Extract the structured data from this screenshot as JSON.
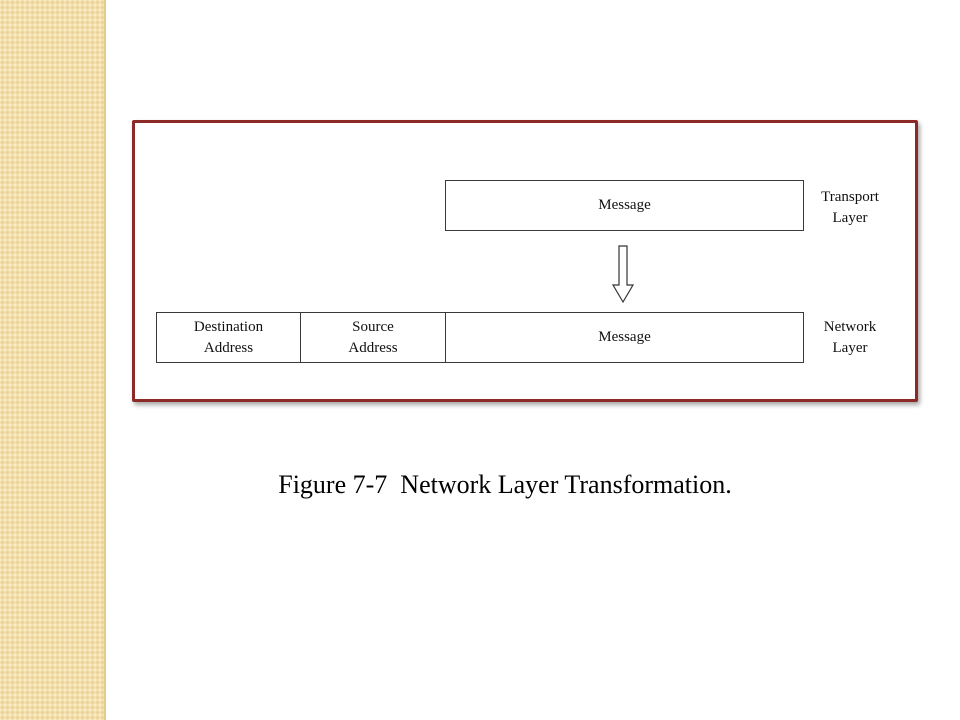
{
  "transport_layer": {
    "message_label": "Message",
    "layer_label": "Transport\nLayer"
  },
  "network_layer": {
    "destination_label": "Destination\nAddress",
    "source_label": "Source\nAddress",
    "message_label": "Message",
    "layer_label": "Network\nLayer"
  },
  "arrow_icon": "down-arrow-icon",
  "colors": {
    "frame_border": "#8b2a26",
    "side_strip": "#f3e0ad"
  },
  "caption": "Figure 7-7  Network Layer Transformation."
}
